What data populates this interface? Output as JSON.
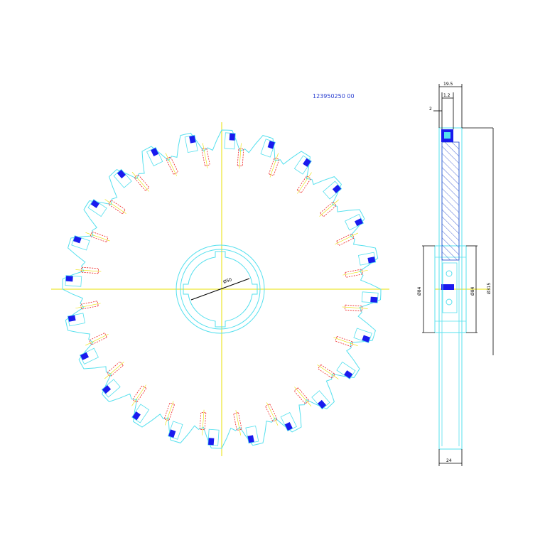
{
  "drawing": {
    "part_number": "123950250 00",
    "front_view": {
      "bore_label": "Ø50",
      "tooth_count": 24
    },
    "side_view": {
      "dims": {
        "total_thickness": "19.5",
        "insert_offset": "1.2",
        "edge_gap": "2",
        "hub_dia_left": "Ø84",
        "hub_dia_right": "Ø84",
        "outer_dia": "Ø315",
        "body_width": "24"
      }
    },
    "colors": {
      "outline": "#55e0ee",
      "insert": "#1a1aee",
      "screw": "#ee2222",
      "centerline": "#e8e000",
      "dimension": "#000000",
      "hatch": "#2244cc",
      "text": "#2a3fd0"
    }
  }
}
